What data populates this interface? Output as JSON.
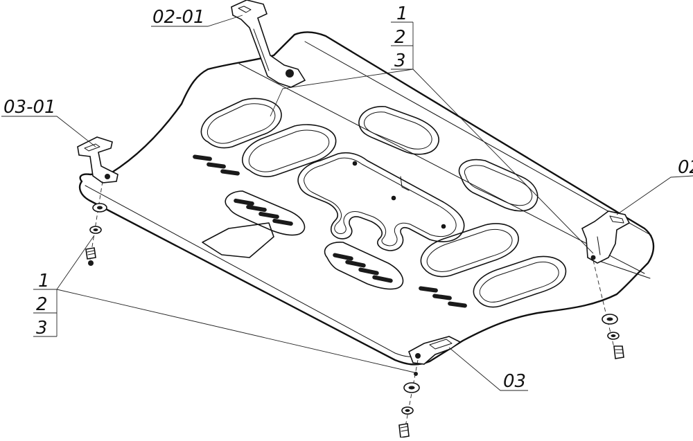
{
  "callouts": {
    "top_bracket": "02-01",
    "left_bracket": "03-01",
    "right_bracket": "02",
    "bottom_bracket": "03",
    "fastener_top": [
      "1",
      "2",
      "3"
    ],
    "fastener_left": [
      "1",
      "2",
      "3"
    ]
  },
  "icons": {
    "bolt": "bolt-icon",
    "washer": "washer-icon",
    "nut": "nut-icon"
  }
}
